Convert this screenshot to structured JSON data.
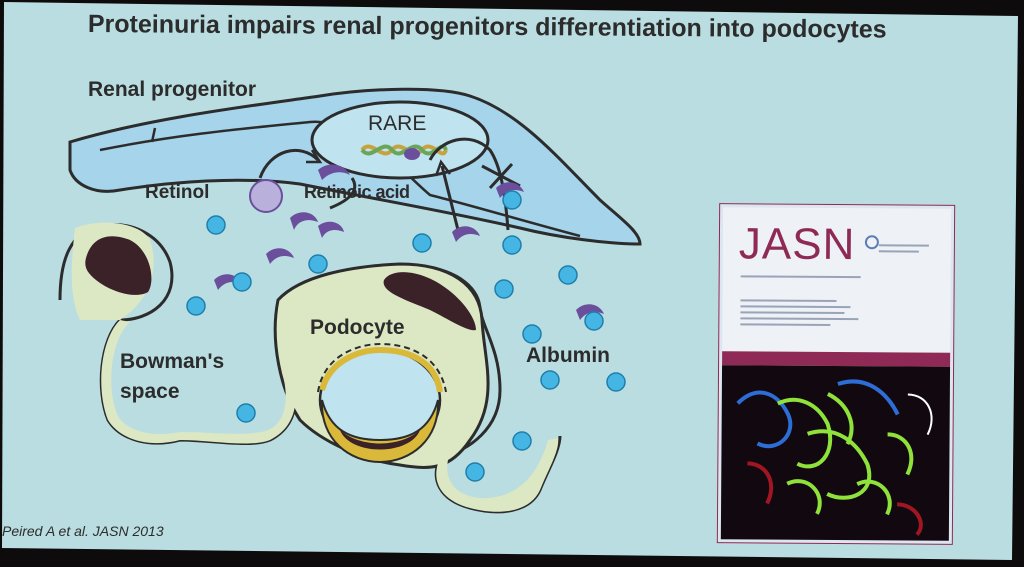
{
  "slide": {
    "title": "Proteinuria impairs renal progenitors differentiation into podocytes",
    "citation": "Peired A et al. JASN 2013"
  },
  "diagram": {
    "labels": {
      "renal_progenitor": "Renal progenitor",
      "rare": "RARE",
      "retinol": "Retinol",
      "retinoic_acid": "Retinoic acid",
      "podocyte": "Podocyte",
      "bowmans_space_line1": "Bowman's",
      "bowmans_space_line2": "space",
      "albumin": "Albumin"
    }
  },
  "journal_cover": {
    "title": "JASN"
  },
  "colors": {
    "slide_background": "#b9dde0",
    "cytoplasm_blue": "#a6d4ea",
    "podocyte_fill": "#dce7c4",
    "nucleus_dark": "#3a2228",
    "albumin_dot": "#45b6e4",
    "retinoic_acid_purple": "#6b4f9c",
    "retinol_lavender": "#b9b0dc",
    "basement_membrane_yellow": "#d9b83a",
    "journal_accent": "#8e2a55"
  }
}
